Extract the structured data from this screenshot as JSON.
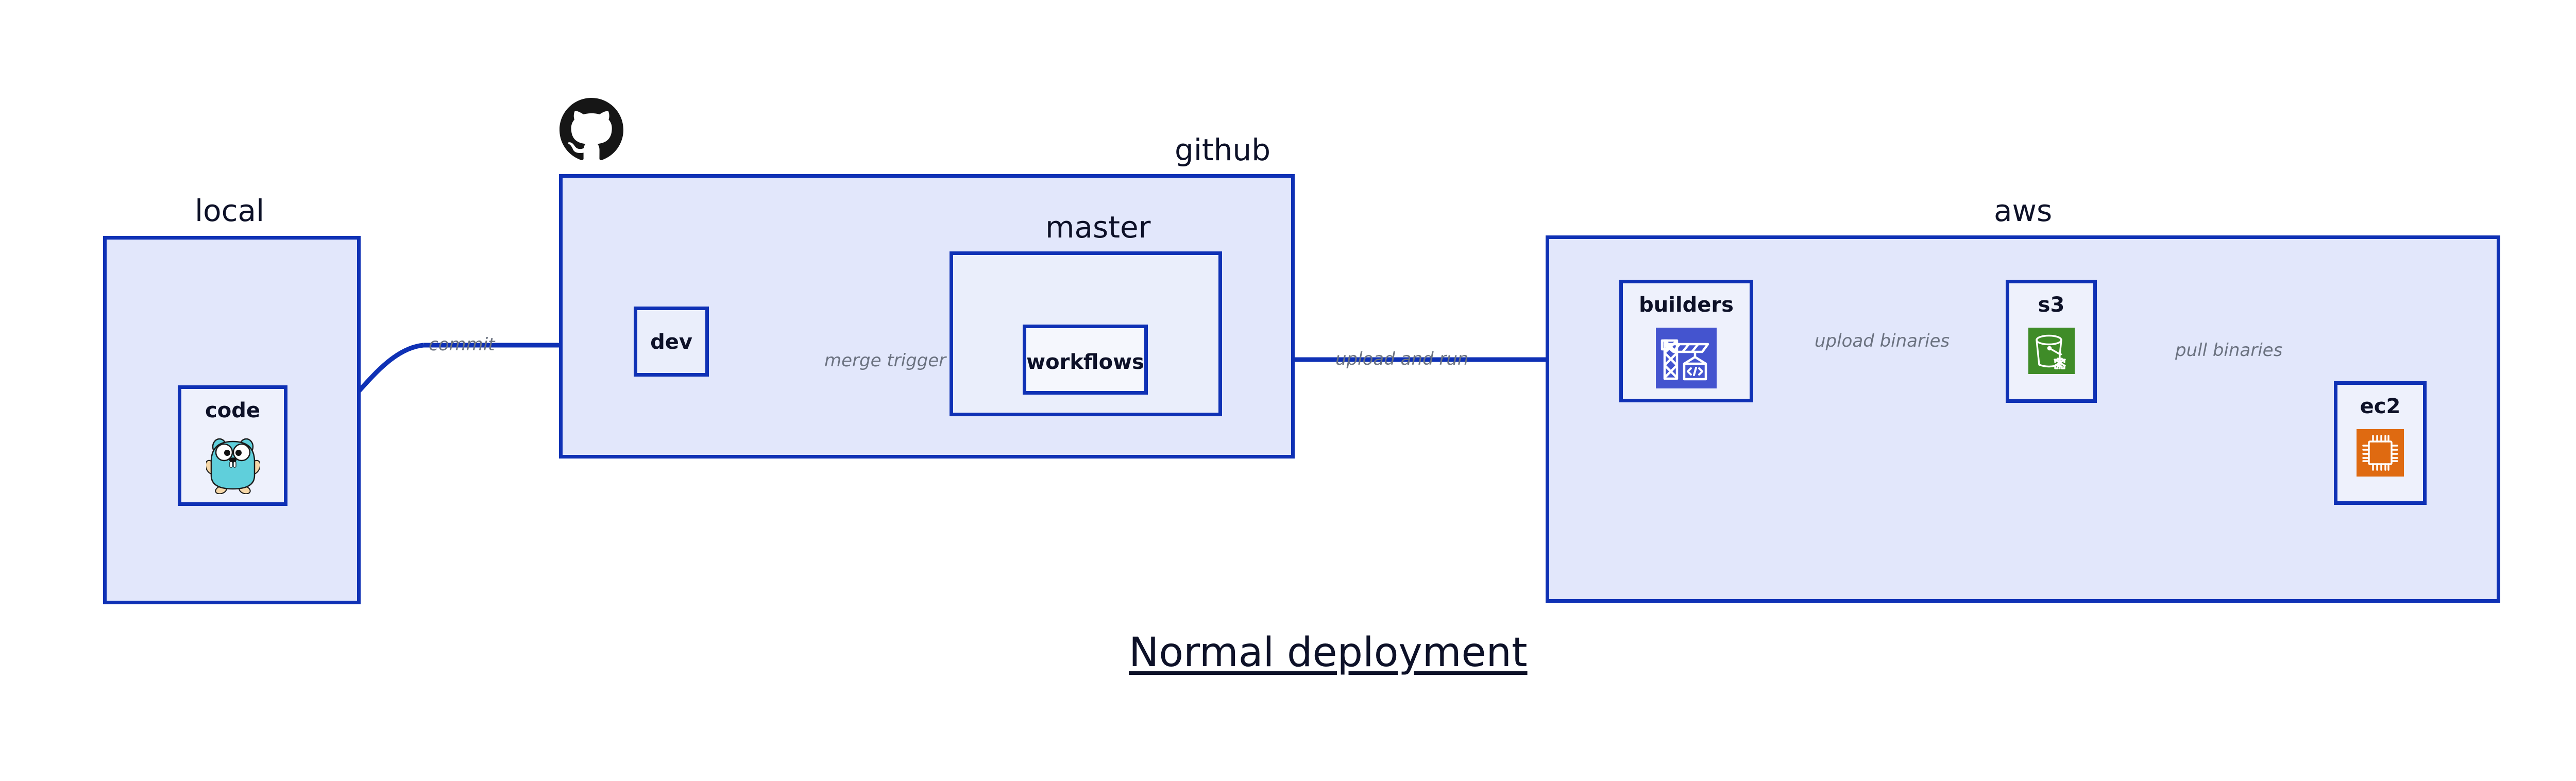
{
  "diagram": {
    "title": "Normal deployment",
    "colors": {
      "group_border": "#0f31b5",
      "group_fill": "#e2e7fb",
      "node_fill": "#eef1fc",
      "edge_stroke": "#0f31b5",
      "edge_label_text": "#6b7280",
      "text": "#0d1128",
      "builders_icon_bg": "#4454cf",
      "s3_icon_bg": "#3f8c28",
      "ec2_icon_bg": "#df6a11",
      "gopher_body": "#5fcfdb",
      "github_mark": "#161616"
    },
    "groups": [
      {
        "id": "local",
        "label": "local"
      },
      {
        "id": "github",
        "label": "github"
      },
      {
        "id": "master",
        "label": "master"
      },
      {
        "id": "aws",
        "label": "aws"
      }
    ],
    "nodes": [
      {
        "id": "code",
        "label": "code",
        "icon": "go-gopher-icon",
        "parent": "local"
      },
      {
        "id": "dev",
        "label": "dev",
        "icon": null,
        "parent": "github"
      },
      {
        "id": "workflows",
        "label": "workflows",
        "icon": null,
        "parent": "master"
      },
      {
        "id": "builders",
        "label": "builders",
        "icon": "crane-code-icon",
        "parent": "aws"
      },
      {
        "id": "s3",
        "label": "s3",
        "icon": "s3-bucket-icon",
        "parent": "aws"
      },
      {
        "id": "ec2",
        "label": "ec2",
        "icon": "cpu-chip-icon",
        "parent": "aws"
      }
    ],
    "edges": [
      {
        "id": "commit",
        "label": "commit",
        "from": "code",
        "to": "dev"
      },
      {
        "id": "merge-trigger",
        "label": "merge trigger",
        "from": "dev",
        "to": "workflows"
      },
      {
        "id": "upload-and-run",
        "label": "upload and run",
        "from": "workflows",
        "to": "builders"
      },
      {
        "id": "upload-binaries",
        "label": "upload binaries",
        "from": "builders",
        "to": "s3"
      },
      {
        "id": "pull-binaries",
        "label": "pull binaries",
        "from": "s3",
        "to": "ec2"
      }
    ],
    "logos": [
      {
        "id": "github-logo",
        "name": "github-octocat-logo"
      }
    ]
  }
}
